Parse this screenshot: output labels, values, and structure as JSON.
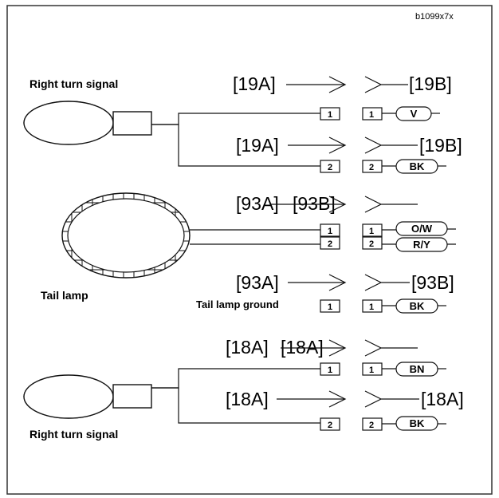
{
  "reference_code": "b1099x7x",
  "labels": {
    "right_turn_signal_top": "Right turn signal",
    "tail_lamp": "Tail lamp",
    "tail_lamp_ground": "Tail lamp ground",
    "right_turn_signal_bottom": "Right turn signal"
  },
  "connectors": {
    "c1_left": "[19A]",
    "c1_right": "[19B]",
    "c2_left": "[19A]",
    "c2_right": "[19B]",
    "c3_left": "[93A]",
    "c3_mid": "[93B]",
    "c4_left": "[93A]",
    "c4_right": "[93B]",
    "c5_left": "[18A]",
    "c5_mid": "[18A]",
    "c6_left": "[18A]",
    "c6_right": "[18A]"
  },
  "pins": {
    "p1": "1",
    "p1r": "1",
    "p2": "2",
    "p2r": "2",
    "p3a": "1",
    "p3b": "2",
    "p3ar": "1",
    "p3br": "2",
    "p4": "1",
    "p4r": "1",
    "p5": "1",
    "p5r": "1",
    "p6": "2",
    "p6r": "2"
  },
  "wire_colors": {
    "w1": "V",
    "w2": "BK",
    "w3a": "O/W",
    "w3b": "R/Y",
    "w4": "BK",
    "w5": "BN",
    "w6": "BK"
  }
}
